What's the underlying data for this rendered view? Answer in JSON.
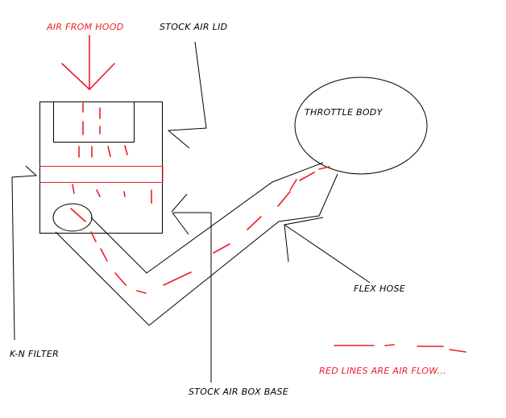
{
  "labels": {
    "air_from_hood": "AIR FROM HOOD",
    "stock_air_lid": "STOCK AIR LID",
    "throttle_body": "THROTTLE BODY",
    "flex_hose": "FLEX HOSE",
    "kn_filter": "K-N FILTER",
    "stock_air_box_base": "STOCK AIR BOX BASE",
    "legend": "RED LINES ARE AIR FLOW..."
  },
  "colors": {
    "air_flow": "#ed1c24",
    "lines": "#000000",
    "background": "#ffffff"
  }
}
